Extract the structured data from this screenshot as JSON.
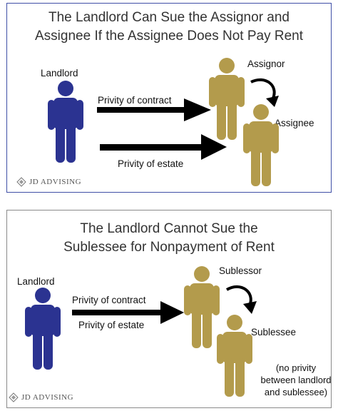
{
  "top": {
    "title_line1": "The Landlord Can Sue the Assignor and",
    "title_line2": "Assignee If the Assignee Does Not Pay Rent",
    "landlord_label": "Landlord",
    "assignor_label": "Assignor",
    "assignee_label": "Assignee",
    "arrow1_label": "Privity of contract",
    "arrow2_label": "Privity of estate",
    "logo_text": "JD ADVISING"
  },
  "bottom": {
    "title_line1": "The Landlord Cannot Sue the",
    "title_line2": "Sublessee for Nonpayment of Rent",
    "landlord_label": "Landlord",
    "sublessor_label": "Sublessor",
    "sublessee_label": "Sublessee",
    "arrow_label1": "Privity of contract",
    "arrow_label2": "Privity of estate",
    "note_line1": "(no privity",
    "note_line2": "between landlord",
    "note_line3": "and sublessee)",
    "logo_text": "JD ADVISING"
  },
  "colors": {
    "landlord": "#2b3391",
    "tenant": "#b39b4c",
    "arrow": "#000000",
    "top_border": "#3f4fa6",
    "bottom_border": "#8a8a8a"
  },
  "icons": [
    "person-icon",
    "right-arrow-icon",
    "curved-arrow-icon",
    "jd-advising-logo-icon"
  ]
}
